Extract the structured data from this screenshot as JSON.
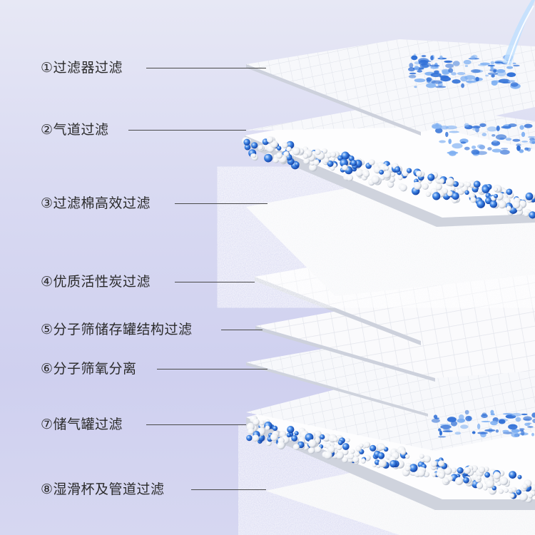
{
  "layers": [
    {
      "label": "①过滤器过滤"
    },
    {
      "label": "②气道过滤"
    },
    {
      "label": "③过滤棉高效过滤"
    },
    {
      "label": "④优质活性炭过滤"
    },
    {
      "label": "⑤分子筛储存罐结构过滤"
    },
    {
      "label": "⑥分子筛氧分离"
    },
    {
      "label": "⑦储气罐过滤"
    },
    {
      "label": "⑧湿滑杯及管道过滤"
    }
  ]
}
